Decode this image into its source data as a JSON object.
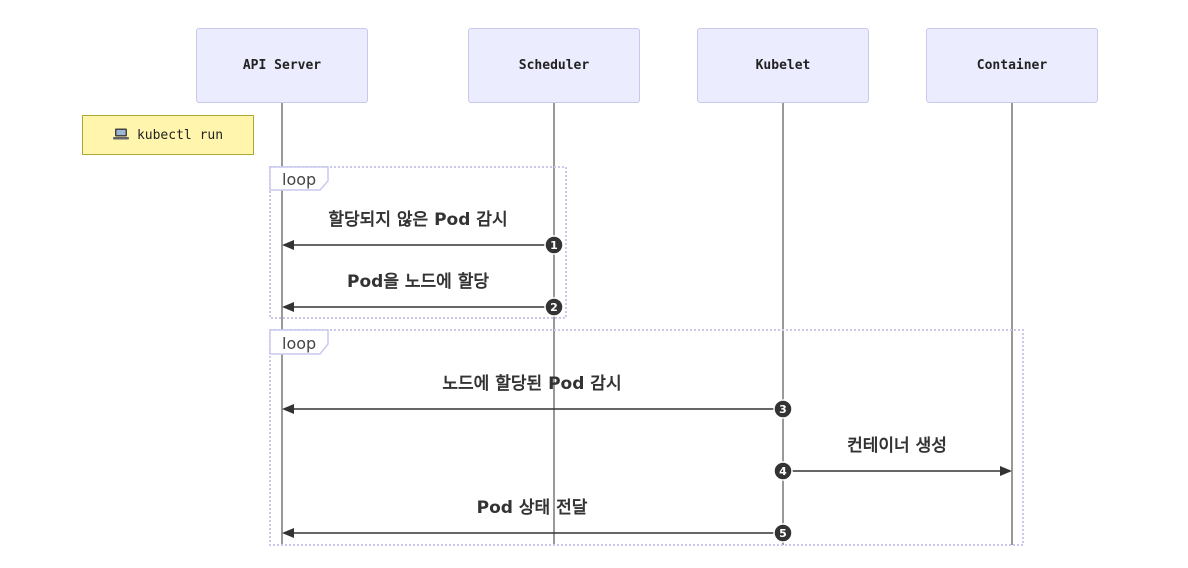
{
  "actors": [
    {
      "id": "api",
      "label": "API Server"
    },
    {
      "id": "sched",
      "label": "Scheduler"
    },
    {
      "id": "kubelet",
      "label": "Kubelet"
    },
    {
      "id": "container",
      "label": "Container"
    }
  ],
  "note": {
    "icon": "laptop-icon",
    "text": "kubectl run",
    "color": "#FFF5AD"
  },
  "loops": [
    {
      "label": "loop"
    },
    {
      "label": "loop"
    }
  ],
  "messages": [
    {
      "num": "1",
      "text": "할당되지 않은 Pod 감시",
      "from": "Scheduler",
      "to": "API Server"
    },
    {
      "num": "2",
      "text": "Pod을 노드에 할당",
      "from": "Scheduler",
      "to": "API Server"
    },
    {
      "num": "3",
      "text": "노드에 할당된 Pod 감시",
      "from": "Kubelet",
      "to": "API Server"
    },
    {
      "num": "4",
      "text": "컨테이너 생성",
      "from": "Kubelet",
      "to": "Container"
    },
    {
      "num": "5",
      "text": "Pod 상태 전달",
      "from": "Kubelet",
      "to": "API Server"
    }
  ],
  "colors": {
    "actor_fill": "#ECECFF",
    "actor_border": "#C9C9EE",
    "line": "#999999",
    "arrow": "#333333",
    "loop_border": "#C9C9EE"
  }
}
